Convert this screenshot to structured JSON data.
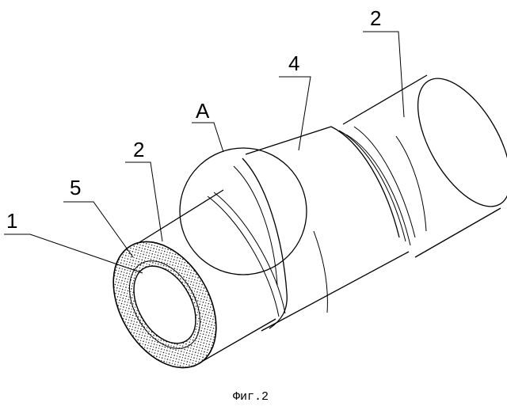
{
  "figure": {
    "labels": {
      "pipe_inner": "1",
      "coating": "5",
      "pipe_near": "2",
      "detail_a": "A",
      "sleeve": "4",
      "pipe_far": "2"
    },
    "caption": "Фиг.2"
  }
}
